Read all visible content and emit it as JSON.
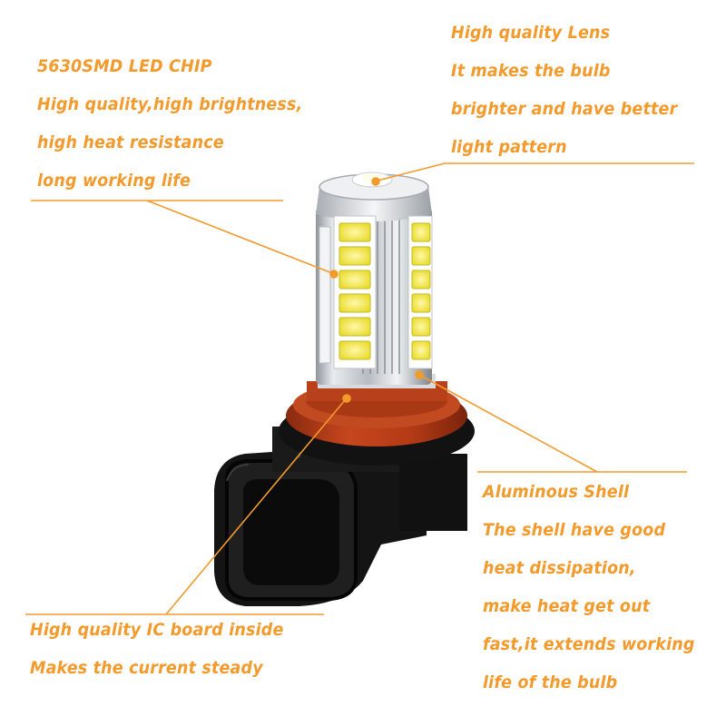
{
  "colors": {
    "accent": "#f39a2c",
    "socket_red": "#b63a16",
    "connector_black": "#151515",
    "aluminum": "#c9cdd2",
    "led_yellow": "#f4e94a"
  },
  "callouts": {
    "chip": {
      "lines": [
        "5630SMD LED CHIP",
        "High quality,high brightness,",
        "high heat resistance",
        "long working life"
      ]
    },
    "lens": {
      "lines": [
        "High quality Lens",
        "It makes the bulb",
        "brighter and have better",
        "light pattern"
      ]
    },
    "shell": {
      "lines": [
        "Aluminous Shell",
        "The shell have good",
        "heat dissipation,",
        "make heat get out",
        "fast,it extends working",
        "life of the bulb"
      ]
    },
    "board": {
      "lines": [
        "High quality IC board inside",
        "Makes the current steady"
      ]
    }
  },
  "product": {
    "name": "h11-led-fog-bulb",
    "led_rows": 6,
    "led_columns_visible": 2
  }
}
